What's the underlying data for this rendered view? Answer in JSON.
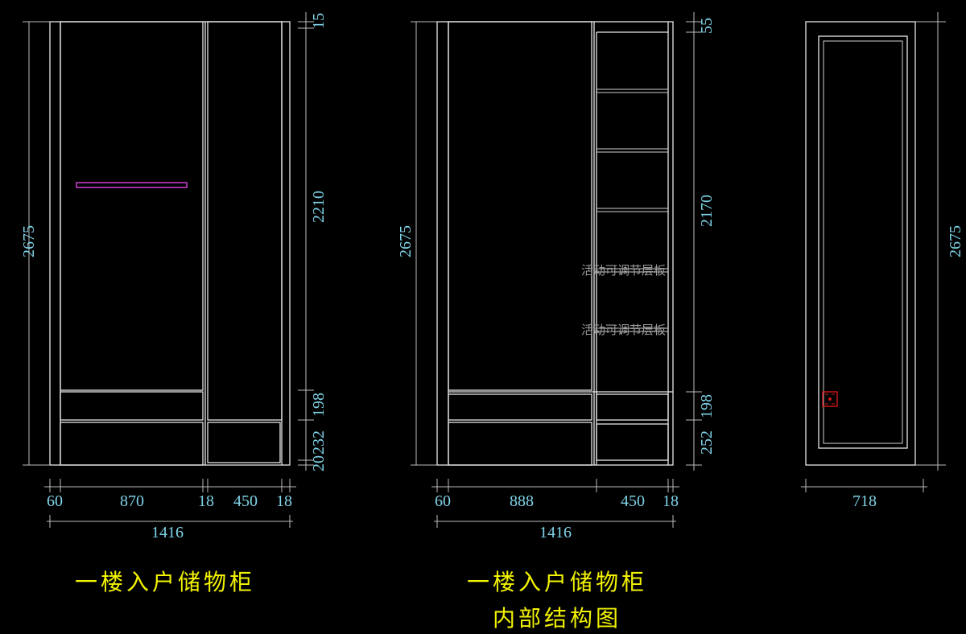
{
  "colors": {
    "background": "#000000",
    "lines": "#e6e6e6",
    "dimension_text": "#7fd3e8",
    "title": "#f2f200",
    "handle": "#d040d0",
    "socket": "#d01818"
  },
  "view1": {
    "title": "一楼入户储物柜",
    "height_total": "2675",
    "right_dims": [
      "15",
      "2210",
      "198",
      "232",
      "20"
    ],
    "bottom_dims": [
      "60",
      "870",
      "18",
      "450",
      "18"
    ],
    "width_total": "1416"
  },
  "view2": {
    "title_line1": "一楼入户储物柜",
    "title_line2": "内部结构图",
    "height_total": "2675",
    "right_dims": [
      "55",
      "2170",
      "198",
      "252"
    ],
    "bottom_dims": [
      "60",
      "888",
      "450",
      "18"
    ],
    "width_total": "1416",
    "shelf_notes": [
      "活动可调节层板",
      "活动可调节层板"
    ]
  },
  "view3": {
    "height_total": "2675",
    "width_total": "718",
    "icons": [
      "socket-icon"
    ]
  }
}
